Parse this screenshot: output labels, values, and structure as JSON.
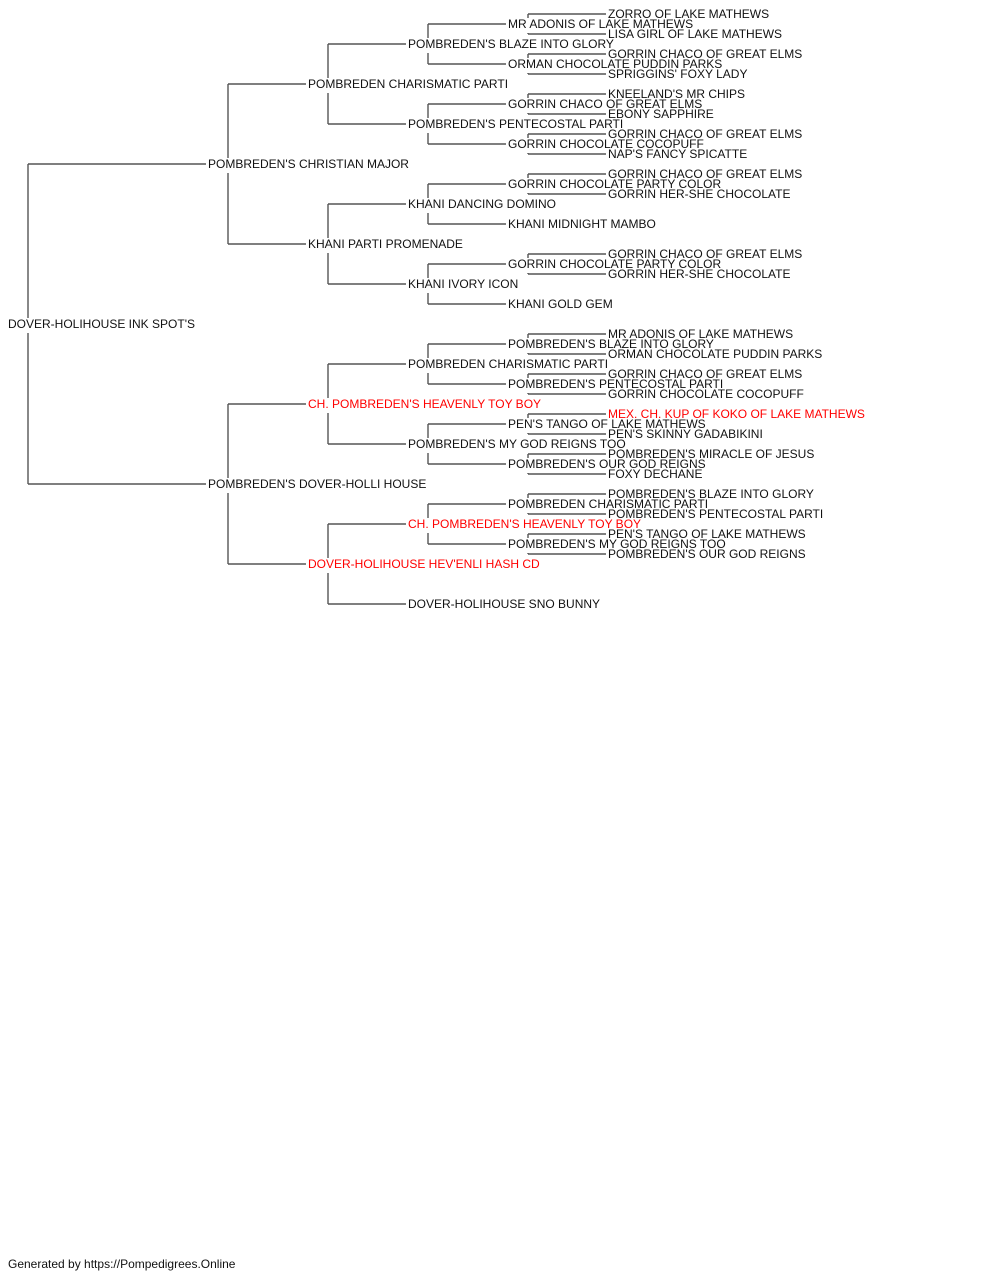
{
  "colors": {
    "text": "#111111",
    "champion": "#ff0000",
    "line": "#555555"
  },
  "pedigree": {
    "name": "DOVER-HOLIHOUSE INK SPOT'S",
    "sire": {
      "name": "POMBREDEN'S CHRISTIAN MAJOR",
      "sire": {
        "name": "POMBREDEN CHARISMATIC PARTI",
        "sire": {
          "name": "POMBREDEN'S BLAZE INTO GLORY",
          "sire": {
            "name": "MR ADONIS OF LAKE MATHEWS",
            "sire": {
              "name": "ZORRO OF LAKE MATHEWS"
            },
            "dam": {
              "name": "LISA GIRL OF LAKE MATHEWS"
            }
          },
          "dam": {
            "name": "ORMAN CHOCOLATE PUDDIN PARKS",
            "sire": {
              "name": "GORRIN CHACO OF GREAT ELMS"
            },
            "dam": {
              "name": "SPRIGGINS' FOXY LADY"
            }
          }
        },
        "dam": {
          "name": "POMBREDEN'S PENTECOSTAL PARTI",
          "sire": {
            "name": "GORRIN CHACO OF GREAT ELMS",
            "sire": {
              "name": "KNEELAND'S MR CHIPS"
            },
            "dam": {
              "name": "EBONY SAPPHIRE"
            }
          },
          "dam": {
            "name": "GORRIN CHOCOLATE COCOPUFF",
            "sire": {
              "name": "GORRIN CHACO OF GREAT ELMS"
            },
            "dam": {
              "name": "NAP'S FANCY SPICATTE"
            }
          }
        }
      },
      "dam": {
        "name": "KHANI PARTI PROMENADE",
        "sire": {
          "name": "KHANI DANCING DOMINO",
          "sire": {
            "name": "GORRIN CHOCOLATE PARTY COLOR",
            "sire": {
              "name": "GORRIN CHACO OF GREAT ELMS"
            },
            "dam": {
              "name": "GORRIN HER-SHE CHOCOLATE"
            }
          },
          "dam": {
            "name": "KHANI MIDNIGHT MAMBO"
          }
        },
        "dam": {
          "name": "KHANI IVORY ICON",
          "sire": {
            "name": "GORRIN CHOCOLATE PARTY COLOR",
            "sire": {
              "name": "GORRIN CHACO OF GREAT ELMS"
            },
            "dam": {
              "name": "GORRIN HER-SHE CHOCOLATE"
            }
          },
          "dam": {
            "name": "KHANI GOLD GEM"
          }
        }
      }
    },
    "dam": {
      "name": "POMBREDEN'S DOVER-HOLLI HOUSE",
      "sire": {
        "name": "CH. POMBREDEN'S HEAVENLY TOY BOY",
        "titled": true,
        "sire": {
          "name": "POMBREDEN CHARISMATIC PARTI",
          "sire": {
            "name": "POMBREDEN'S BLAZE INTO GLORY",
            "sire": {
              "name": "MR ADONIS OF LAKE MATHEWS"
            },
            "dam": {
              "name": "ORMAN CHOCOLATE PUDDIN PARKS"
            }
          },
          "dam": {
            "name": "POMBREDEN'S PENTECOSTAL PARTI",
            "sire": {
              "name": "GORRIN CHACO OF GREAT ELMS"
            },
            "dam": {
              "name": "GORRIN CHOCOLATE COCOPUFF"
            }
          }
        },
        "dam": {
          "name": "POMBREDEN'S MY GOD REIGNS TOO",
          "sire": {
            "name": "PEN'S TANGO OF LAKE MATHEWS",
            "sire": {
              "name": "MEX. CH. KUP OF KOKO OF LAKE MATHEWS",
              "titled": true
            },
            "dam": {
              "name": "PEN'S SKINNY GADABIKINI"
            }
          },
          "dam": {
            "name": "POMBREDEN'S OUR GOD REIGNS",
            "sire": {
              "name": "POMBREDEN'S MIRACLE OF JESUS"
            },
            "dam": {
              "name": "FOXY DECHANE"
            }
          }
        }
      },
      "dam": {
        "name": "DOVER-HOLIHOUSE HEV'ENLI HASH CD",
        "titled": true,
        "sire": {
          "name": "CH. POMBREDEN'S HEAVENLY TOY BOY",
          "titled": true,
          "sire": {
            "name": "POMBREDEN CHARISMATIC PARTI",
            "sire": {
              "name": "POMBREDEN'S BLAZE INTO GLORY"
            },
            "dam": {
              "name": "POMBREDEN'S PENTECOSTAL PARTI"
            }
          },
          "dam": {
            "name": "POMBREDEN'S MY GOD REIGNS TOO",
            "sire": {
              "name": "PEN'S TANGO OF LAKE MATHEWS"
            },
            "dam": {
              "name": "POMBREDEN'S OUR GOD REIGNS"
            }
          }
        },
        "dam": {
          "name": "DOVER-HOLIHOUSE SNO BUNNY"
        }
      }
    }
  },
  "footer": {
    "text": "Generated by https://Pompedigrees.Online"
  }
}
